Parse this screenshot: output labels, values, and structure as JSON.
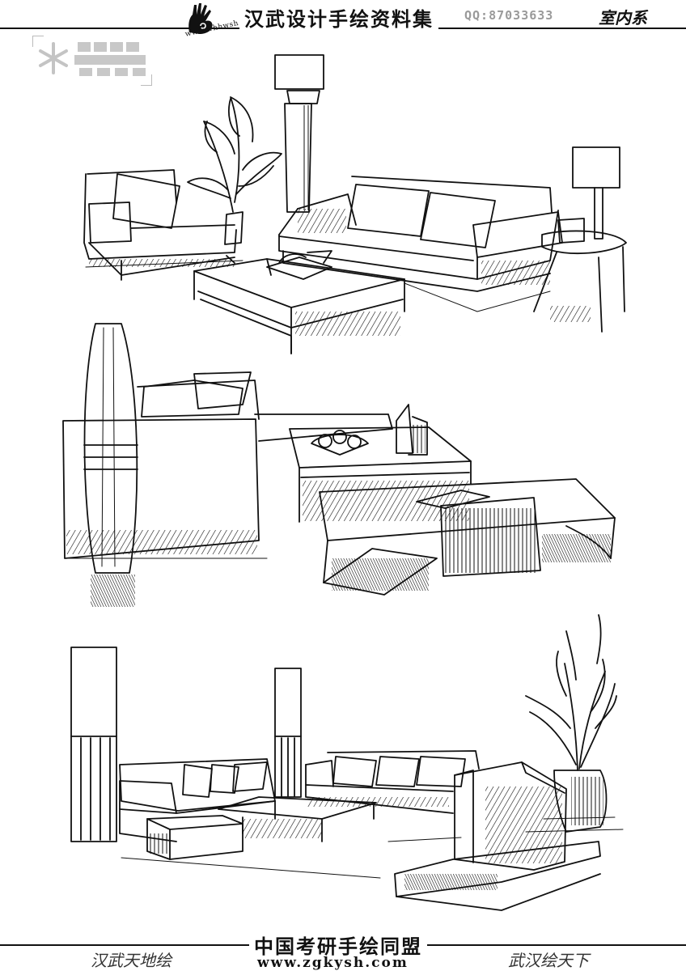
{
  "header": {
    "logo_url": "www.whhwsh.com",
    "title": "汉武设计手绘资料集",
    "qq": "QQ:87033633",
    "series": "室内系"
  },
  "footer": {
    "left": "汉武天地绘",
    "title": "中国考研手绘同盟",
    "url": "www.zgkysh.com",
    "right": "武汉绘天下"
  },
  "icons": {
    "logo": "hand-swirl-icon",
    "watermark": "snowflake-icon"
  },
  "colors": {
    "ink": "#111111",
    "qq_gray": "#9a9a9a",
    "watermark_gray": "#bbbbbb"
  }
}
